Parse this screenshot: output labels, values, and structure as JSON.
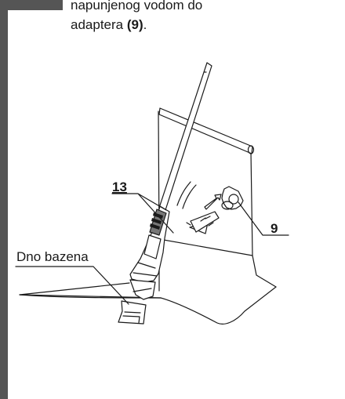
{
  "instruction": {
    "line1": "napunjenog vodom do",
    "line2_prefix": "adaptera ",
    "line2_ref": "(9)",
    "line2_suffix": "."
  },
  "figure": {
    "callout_13": "13",
    "callout_9": "9",
    "pool_bottom_label": "Dno bazena"
  }
}
